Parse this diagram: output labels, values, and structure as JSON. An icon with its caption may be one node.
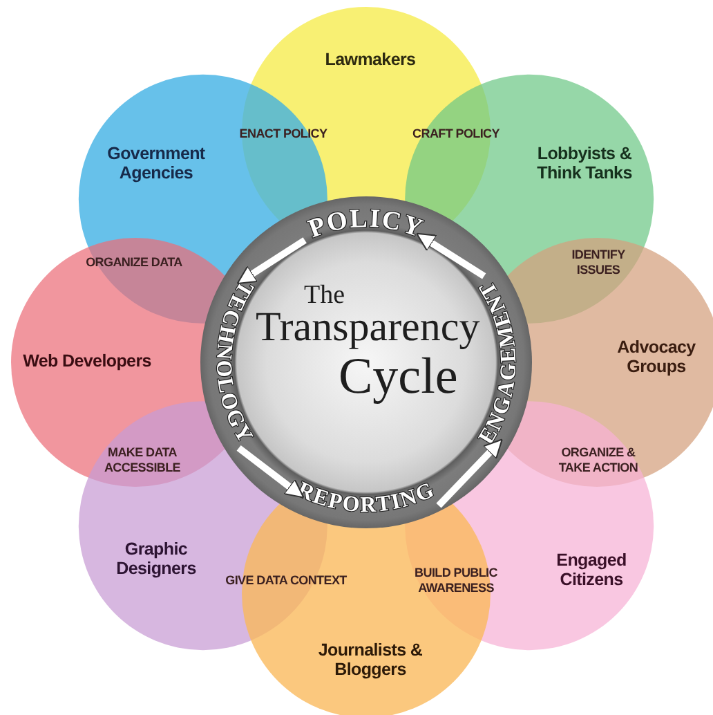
{
  "diagram": {
    "nodes": [
      {
        "text": [
          "Lawmakers"
        ]
      },
      {
        "text": [
          "Government Agencies"
        ]
      },
      {
        "text": [
          "Lobbyists & Think Tanks"
        ]
      },
      {
        "text": [
          "The",
          "Transparency",
          "Cycle"
        ]
      },
      {
        "text": [
          "POLICY"
        ],
        "in": 3
      },
      {
        "text": [
          "TECHNOLOGY"
        ],
        "in": 3
      },
      {
        "text": [
          "ENGAGEMENT"
        ],
        "in": 3
      },
      {
        "text": [
          "Web Developers"
        ]
      },
      {
        "text": [
          "Advocacy Groups"
        ]
      },
      {
        "text": [
          "REPORTING"
        ],
        "in": 3
      },
      {
        "text": [
          "Graphic Designers"
        ]
      },
      {
        "text": [
          "Engaged Citizens"
        ]
      },
      {
        "text": [
          "Journalists & Bloggers"
        ]
      }
    ],
    "edges": [
      {
        "from": 4,
        "to": 5,
        "arrow": "to"
      },
      {
        "from": 5,
        "to": 9,
        "arrow": "to"
      },
      {
        "from": 9,
        "to": 6,
        "arrow": "to"
      },
      {
        "from": 6,
        "to": 4,
        "arrow": "to"
      }
    ],
    "labels": [
      "ENACT POLICY",
      "CRAFT POLICY",
      "ORGANIZE DATA",
      "IDENTIFY ISSUES",
      "MAKE DATA ACCESSIBLE",
      "ORGANIZE & TAKE ACTION",
      "GIVE DATA CONTEXT",
      "BUILD PUBLIC AWARENESS"
    ]
  }
}
